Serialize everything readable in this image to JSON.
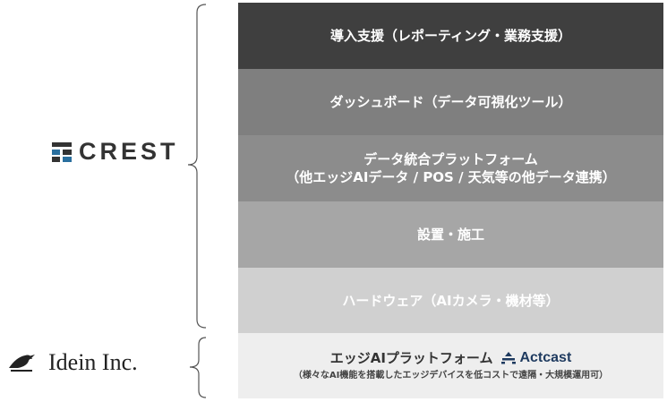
{
  "layers": [
    {
      "line1": "導入支援（レポーティング・業務支援）",
      "line2": ""
    },
    {
      "line1": "ダッシュボード（データ可視化ツール）",
      "line2": ""
    },
    {
      "line1": "データ統合プラットフォーム",
      "line2": "（他エッジAIデータ / POS / 天気等の他データ連携）"
    },
    {
      "line1": "設置・施工",
      "line2": ""
    },
    {
      "line1": "ハードウェア（AIカメラ・機材等）",
      "line2": ""
    }
  ],
  "platform": {
    "title": "エッジAIプラットフォーム",
    "product": "Actcast",
    "note": "（様々なAI機能を搭載したエッジデバイスを低コストで遠隔・大規模運用可）"
  },
  "companies": {
    "crest": "CREST",
    "idein": "Idein Inc."
  },
  "colors": {
    "layer_dark": "#3f3f3f",
    "layer_mid": "#7f7f7f",
    "layer_light": "#d0d0d0",
    "platform_bg": "#eeeeee",
    "crest_blue": "#2a6f9e"
  }
}
